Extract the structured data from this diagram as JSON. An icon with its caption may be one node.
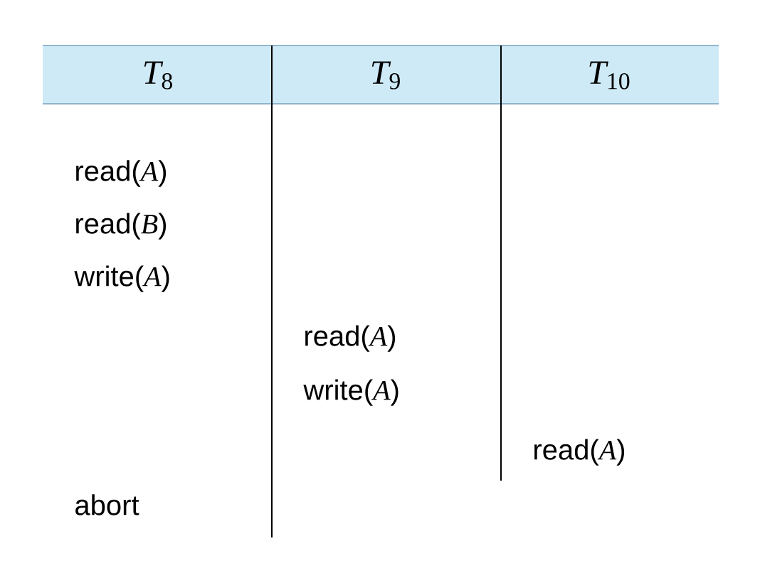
{
  "diagram": {
    "labels": [
      "*T*$_{8}$",
      "*T*$_{9}$",
      "*T*$_{10}$",
      "read(*A*)",
      "read(*B*)",
      "write(*A*)",
      "read(*A*)",
      "write(*A*)",
      "read(*A*)",
      "abort"
    ]
  }
}
